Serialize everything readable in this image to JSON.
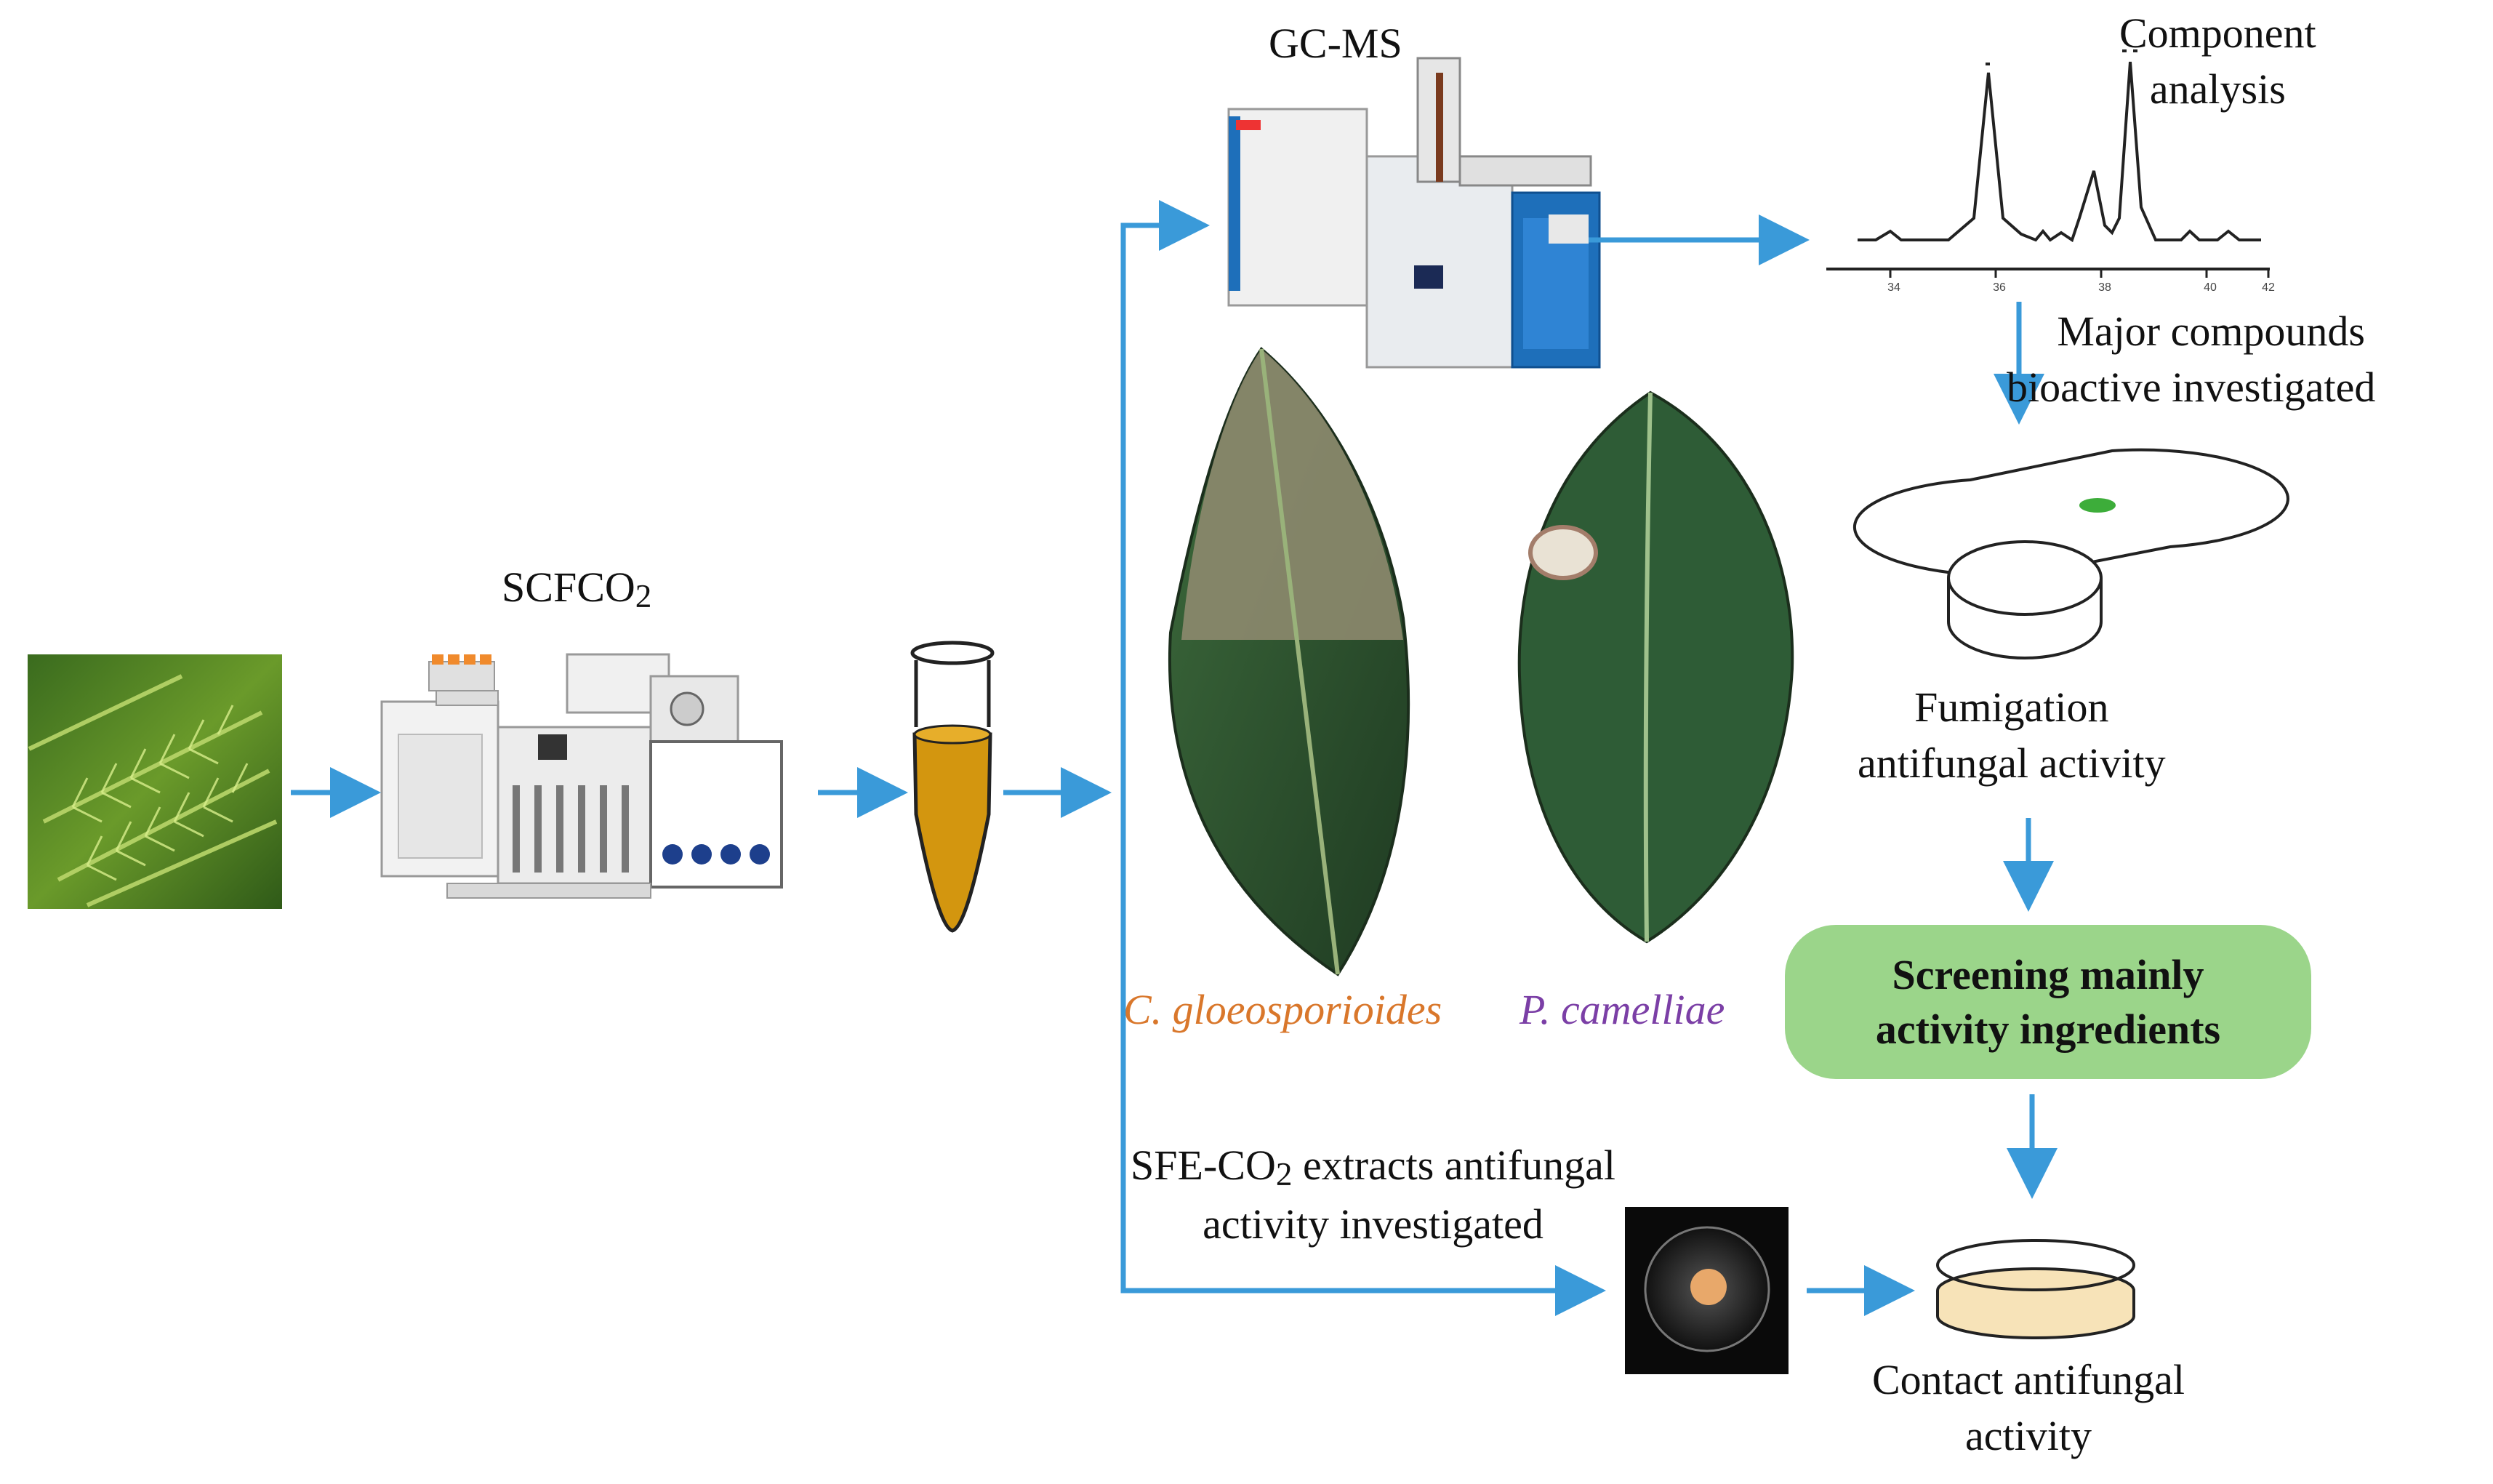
{
  "labels": {
    "scfco2_prefix": "SCFCO",
    "scfco2_sub": "2",
    "gcms": "GC-MS",
    "component_line1": "Component",
    "component_line2": "analysis",
    "major_line1": "Major compounds",
    "major_line2": "bioactive  investigated",
    "fumigation_line1": "Fumigation",
    "fumigation_line2": "antifungal activity",
    "screening_line1": "Screening mainly",
    "screening_line2": "activity ingredients",
    "sfe_prefix": "SFE-CO",
    "sfe_sub": "2",
    "sfe_rest": " extracts antifungal",
    "sfe_line2": "activity investigated",
    "contact_line1": "Contact antifungal",
    "contact_line2": "activity"
  },
  "species": {
    "left": "C. gloeosporioides",
    "right": "P. camelliae"
  },
  "chromatogram_ticks": [
    "34",
    "36",
    "38",
    "40",
    "42"
  ],
  "colors": {
    "arrow": "#3a9ad9",
    "species_left": "#d9772b",
    "species_right": "#7b3fa6",
    "highlight_box": "#9bd58a",
    "extract": "#d3960f",
    "leaf_dark": "#2e4d2f"
  }
}
